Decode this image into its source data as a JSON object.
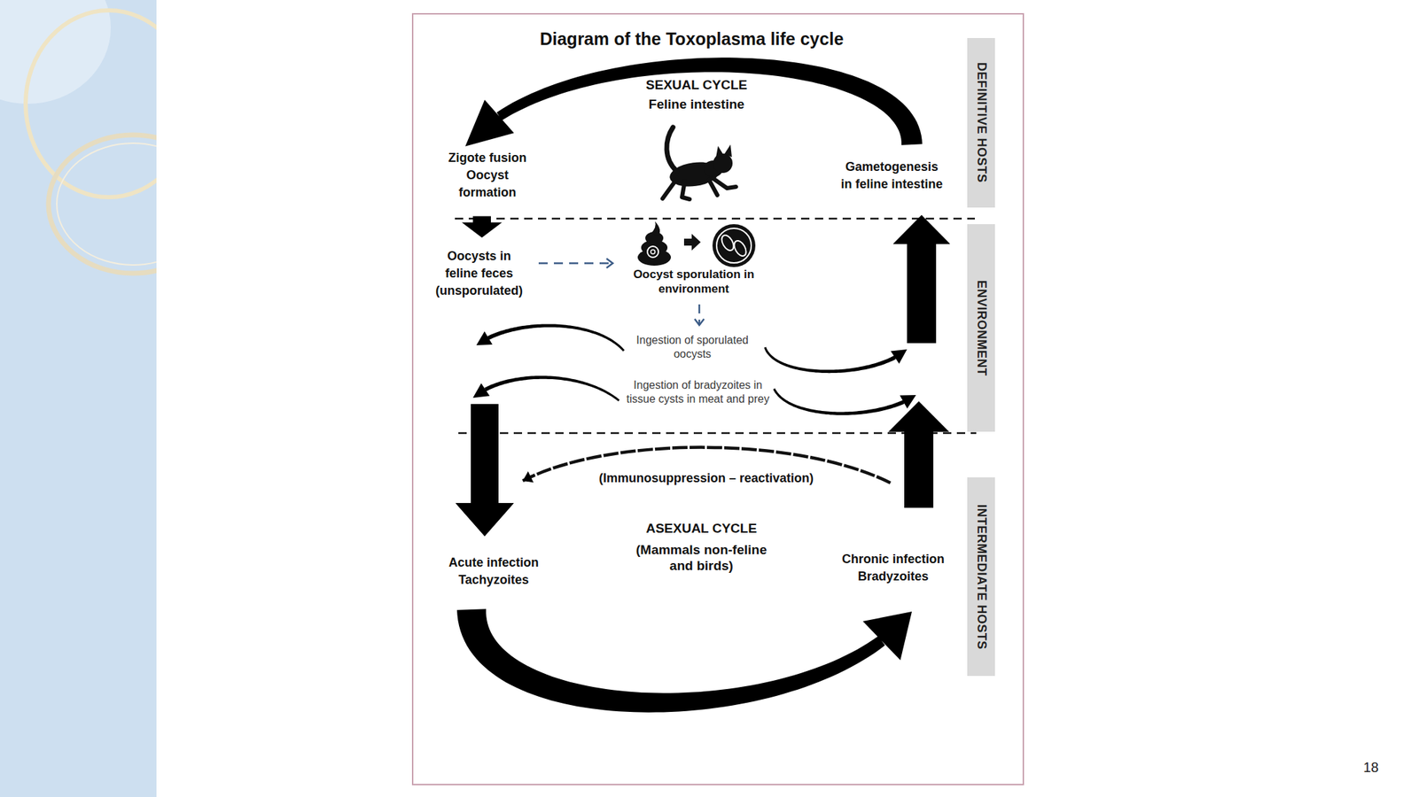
{
  "diagram": {
    "title": "Diagram of the Toxoplasma life cycle",
    "nodes": [
      {
        "text": [
          "Zigote fusion Oocyst formation"
        ]
      },
      {
        "text": [
          "Gametogenesis in feline intestine"
        ]
      },
      {
        "text": [
          "DEFINITIVE HOSTS"
        ]
      },
      {
        "text": [
          "Oocysts in feline feces (unsporulated)"
        ]
      },
      {
        "text": [
          "Oocyst sporulation in environment"
        ]
      },
      {
        "text": [
          "ENVIRONMENT"
        ]
      },
      {
        "text": [
          "Ingestion of sporulated oocysts"
        ]
      },
      {
        "text": [
          "Ingestion of bradyzoites in tissue cysts in meat and prey"
        ]
      },
      {
        "text": [
          "Acute infection Tachyzoites"
        ]
      },
      {
        "text": [
          "Chronic infection Bradyzoites"
        ]
      },
      {
        "text": [
          "INTERMEDIATE HOSTS"
        ]
      }
    ],
    "edges": [
      {
        "from": 1,
        "to": 0,
        "arrow": "to"
      },
      {
        "from": 0,
        "to": 3,
        "arrow": "to"
      },
      {
        "from": 3,
        "to": 4,
        "arrow": "to"
      },
      {
        "from": 4,
        "to": 6,
        "arrow": "to"
      },
      {
        "from": 6,
        "to": 8,
        "arrow": "to"
      },
      {
        "from": 7,
        "to": 8,
        "arrow": "to"
      },
      {
        "from": 6,
        "to": 1,
        "arrow": "to"
      },
      {
        "from": 7,
        "to": 1,
        "arrow": "to"
      },
      {
        "from": 9,
        "to": 7,
        "arrow": "to"
      },
      {
        "from": 8,
        "to": 9,
        "arrow": "to"
      },
      {
        "from": 9,
        "to": 8,
        "label": "(Immunosuppression – reactivation)",
        "arrow": "to"
      }
    ],
    "labels": [
      "SEXUAL CYCLE",
      "Feline intestine",
      "ASEXUAL CYCLE",
      "(Mammals non-feline and birds)",
      "18"
    ]
  }
}
